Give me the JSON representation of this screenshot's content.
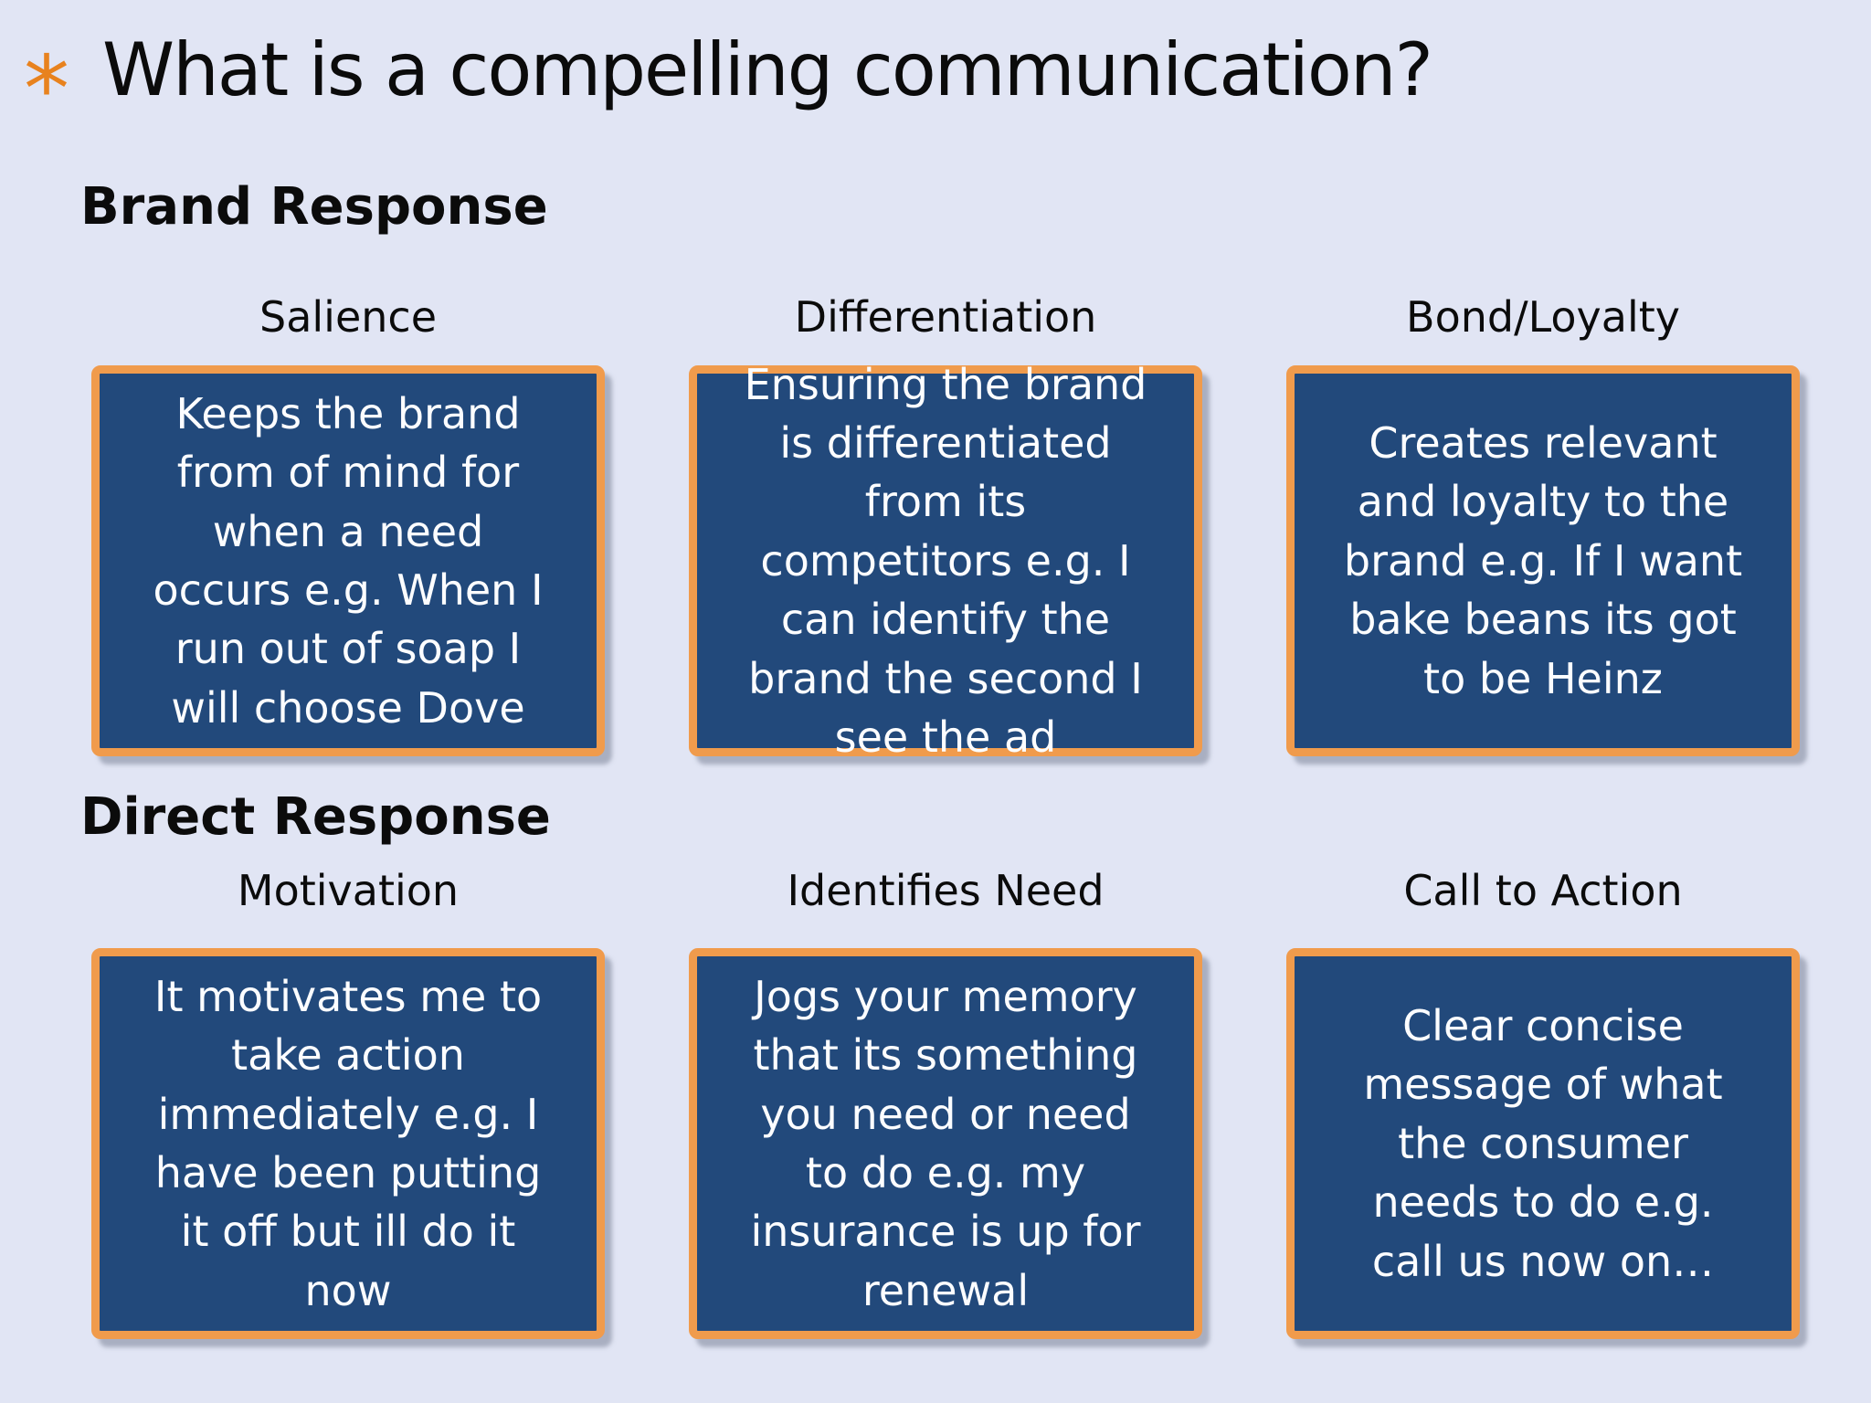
{
  "slide": {
    "bullet_glyph": "*",
    "title": "What is a compelling communication?",
    "sections": [
      {
        "heading": "Brand Response",
        "cards": [
          {
            "label": "Salience",
            "text": "Keeps the brand from of mind for when a need occurs e.g. When I run out of soap I will choose Dove"
          },
          {
            "label": "Differentiation",
            "text": "Ensuring the brand is differentiated from its competitors e.g. I can identify the brand the second I see the ad"
          },
          {
            "label": "Bond/Loyalty",
            "text": "Creates relevant and loyalty to the brand e.g. If I want bake beans its got to be Heinz"
          }
        ]
      },
      {
        "heading": "Direct Response",
        "cards": [
          {
            "label": "Motivation",
            "text": "It motivates me to take action immediately e.g. I have been putting it off but ill do it now"
          },
          {
            "label": "Identifies Need",
            "text": "Jogs your memory that its something you need or need to do e.g. my insurance is up for renewal"
          },
          {
            "label": "Call to Action",
            "text": "Clear concise message of what the consumer needs to do e.g. call us now on…"
          }
        ]
      }
    ],
    "colors": {
      "background": "#E1E5F4",
      "card_fill": "#22497B",
      "card_border": "#F09B4C",
      "card_text": "#FCFDFF",
      "bullet": "#E8821E",
      "heading_text": "#0B0B0B"
    }
  }
}
